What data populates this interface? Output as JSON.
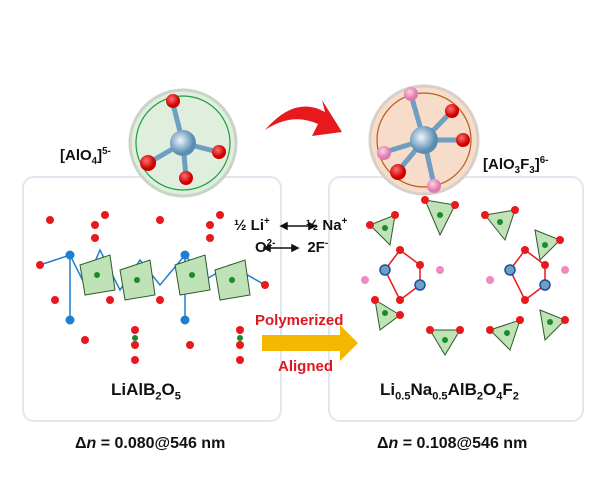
{
  "left": {
    "ion_label": {
      "base": "[AlO",
      "sub": "4",
      "close": "]",
      "sup": "5-"
    },
    "formula": {
      "a": "LiAlB",
      "s1": "2",
      "b": "O",
      "s2": "5"
    },
    "birefringence": {
      "delta": "Δ",
      "n": "n",
      "value": " = 0.080@546 nm"
    }
  },
  "right": {
    "ion_label": {
      "base": "[AlO",
      "sub1": "3",
      "mid": "F",
      "sub2": "3",
      "close": "]",
      "sup": "6-"
    },
    "formula": {
      "a": "Li",
      "s1": "0.5",
      "b": "Na",
      "s2": "0.5",
      "c": "AlB",
      "s3": "2",
      "d": "O",
      "s4": "4",
      "e": "F",
      "s5": "2"
    },
    "birefringence": {
      "delta": "Δ",
      "n": "n",
      "value": " = 0.108@546 nm"
    }
  },
  "substitution": {
    "line1_left": "½ Li",
    "line1_left_sup": "+",
    "line1_right": "½ Na",
    "line1_right_sup": "+",
    "line2_left": "O",
    "line2_left_sup": "2-",
    "line2_right": "2F",
    "line2_right_sup": "-"
  },
  "arrow_labels": {
    "top": "Polymerized",
    "bottom": "Aligned"
  },
  "colors": {
    "oxygen": "#e8191c",
    "aluminum": "#6e9ec0",
    "fluorine": "#ee8cc0",
    "boron": "#1a8a2a",
    "lithium": "#1e7fd0",
    "arrow": "#f5b800"
  }
}
